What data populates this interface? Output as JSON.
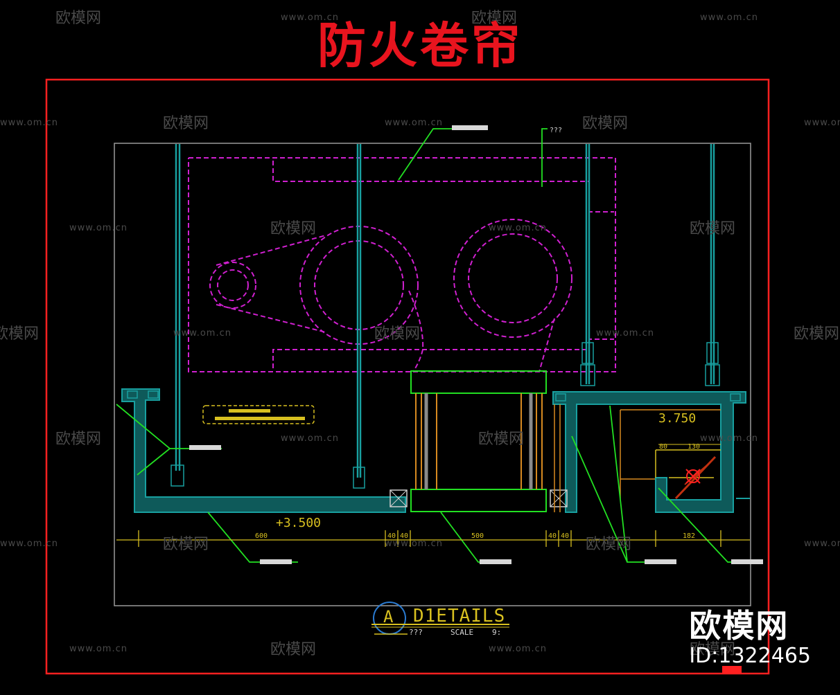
{
  "title": "防火卷帘",
  "brand": {
    "name": "欧模网",
    "id": "ID:1322465"
  },
  "watermark": {
    "url": "www.om.cn",
    "logo": "欧模网"
  },
  "drawing": {
    "elevation_left": "+3.500",
    "elevation_right": "3.750",
    "label_unknown": "???",
    "dims_bottom": [
      "600",
      "40",
      "40",
      "500",
      "40",
      "40",
      "182"
    ],
    "dims_right": [
      "80",
      "130"
    ],
    "detail_marker": "A",
    "detail_title": "D1ETAILS",
    "detail_sub": "???",
    "scale_label": "SCALE",
    "scale_value": "9:"
  },
  "colors": {
    "title_red": "#e8141e",
    "frame_red": "#ff2020",
    "border_gray": "#9a9a9a",
    "structure_cyan": "#18a0a0",
    "fill_teal": "#0e5a5a",
    "machine_magenta": "#d020d0",
    "leader_green": "#22e022",
    "dim_yellow": "#d8c020",
    "orange": "#d88a20"
  }
}
